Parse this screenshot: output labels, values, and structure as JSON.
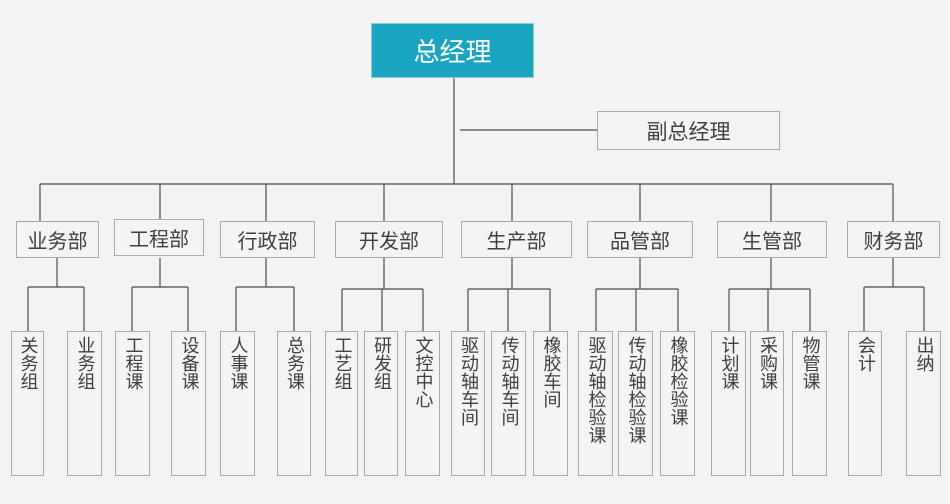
{
  "chart": {
    "root": "总经理",
    "deputy": "副总经理",
    "departments": [
      {
        "name": "业务部",
        "sections": [
          "关务组",
          "业务组"
        ]
      },
      {
        "name": "工程部",
        "sections": [
          "工程课",
          "设备课"
        ]
      },
      {
        "name": "行政部",
        "sections": [
          "人事课",
          "总务课"
        ]
      },
      {
        "name": "开发部",
        "sections": [
          "工艺组",
          "研发组",
          "文控中心"
        ]
      },
      {
        "name": "生产部",
        "sections": [
          "驱动轴车间",
          "传动轴车间",
          "橡胶车间"
        ]
      },
      {
        "name": "品管部",
        "sections": [
          "驱动轴检验课",
          "传动轴检验课",
          "橡胶检验课"
        ]
      },
      {
        "name": "生管部",
        "sections": [
          "计划课",
          "采购课",
          "物管课"
        ]
      },
      {
        "name": "财务部",
        "sections": [
          "会计",
          "出纳"
        ]
      }
    ]
  }
}
